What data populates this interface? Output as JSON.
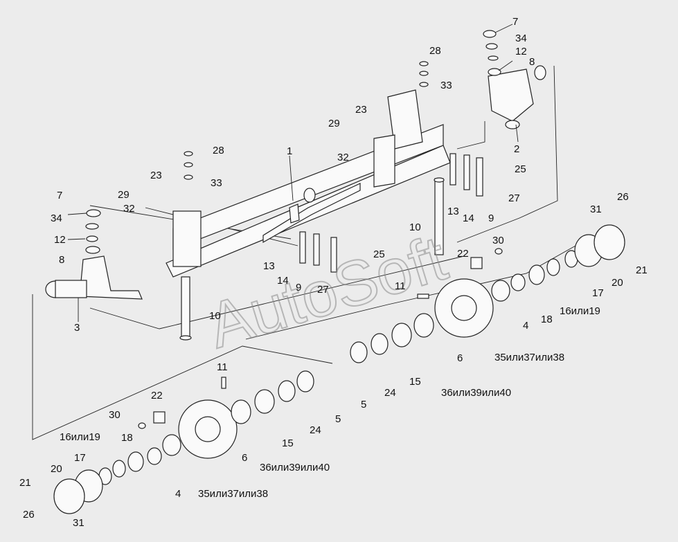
{
  "watermark": "AutoSoft",
  "labels": {
    "l1": "1",
    "l2": "2",
    "l3": "3",
    "l4a": "4",
    "l4b": "4",
    "l5a": "5",
    "l5b": "5",
    "l6a": "6",
    "l6b": "6",
    "l7a": "7",
    "l7b": "7",
    "l8a": "8",
    "l8b": "8",
    "l9a": "9",
    "l9b": "9",
    "l10a": "10",
    "l10b": "10",
    "l11a": "11",
    "l11b": "11",
    "l12a": "12",
    "l12b": "12",
    "l13a": "13",
    "l13b": "13",
    "l14a": "14",
    "l14b": "14",
    "l15a": "15",
    "l15b": "15",
    "l16a": "16или19",
    "l16b": "16или19",
    "l17a": "17",
    "l17b": "17",
    "l18a": "18",
    "l18b": "18",
    "l20a": "20",
    "l20b": "20",
    "l21a": "21",
    "l21b": "21",
    "l22a": "22",
    "l22b": "22",
    "l23a": "23",
    "l23b": "23",
    "l24a": "24",
    "l24b": "24",
    "l25a": "25",
    "l25b": "25",
    "l26a": "26",
    "l26b": "26",
    "l27a": "27",
    "l27b": "27",
    "l28a": "28",
    "l28b": "28",
    "l29a": "29",
    "l29b": "29",
    "l30a": "30",
    "l30b": "30",
    "l31a": "31",
    "l31b": "31",
    "l32a": "32",
    "l32b": "32",
    "l33a": "33",
    "l33b": "33",
    "l34a": "34",
    "l34b": "34",
    "l35a": "35или37или38",
    "l35b": "35или37или38",
    "l36a": "36или39или40",
    "l36b": "36или39или40"
  }
}
